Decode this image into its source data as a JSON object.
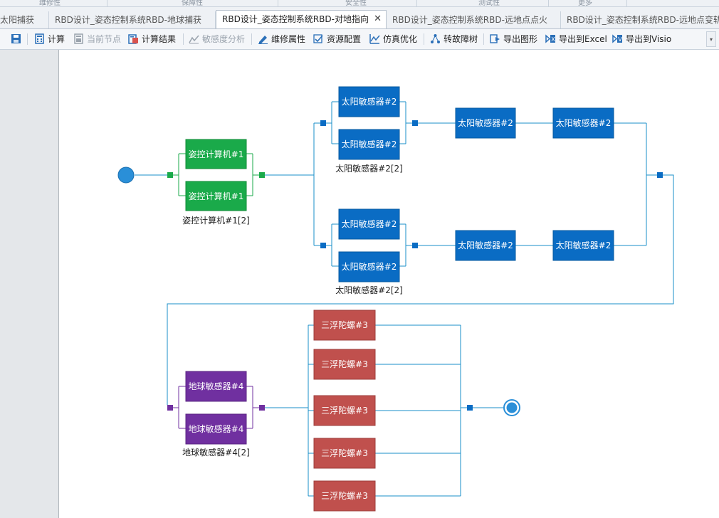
{
  "ribbon_groups": [
    "维修性",
    "保障性",
    "安全性",
    "测试性",
    "更多"
  ],
  "tabs": [
    {
      "label": "太阳捕获",
      "active": false
    },
    {
      "label": "RBD设计_姿态控制系统RBD-地球捕获",
      "active": false
    },
    {
      "label": "RBD设计_姿态控制系统RBD-对地指向",
      "active": true
    },
    {
      "label": "RBD设计_姿态控制系统RBD-远地点点火",
      "active": false
    },
    {
      "label": "RBD设计_姿态控制系统RBD-远地点变轨",
      "active": false
    }
  ],
  "tab_close_glyph": "✕",
  "toolbar": {
    "calculate": "计算",
    "current_node": "当前节点",
    "calc_result": "计算结果",
    "sensitivity": "敏感度分析",
    "maint_attr": "维修属性",
    "resource": "资源配置",
    "sim_opt": "仿真优化",
    "fault_tree": "转故障树",
    "export_graphic": "导出图形",
    "export_excel": "导出到Excel",
    "export_visio": "导出到Visio",
    "more_glyph": "▾"
  },
  "colors": {
    "computer": "#1aaa4a",
    "sun_sensor": "#0a6cc4",
    "earth_sensor": "#7030a0",
    "gyro": "#c0504d",
    "line_blue": "#1a8fc8",
    "node_blue": "#2a8fd8"
  },
  "diagram": {
    "computer_label": "姿控计算机#1",
    "computer_group": "姿控计算机#1[2]",
    "sun_label": "太阳敏感器#2",
    "sun_group": "太阳敏感器#2[2]",
    "earth_label": "地球敏感器#4",
    "earth_group": "地球敏感器#4[2]",
    "gyro_label": "三浮陀螺#3"
  }
}
